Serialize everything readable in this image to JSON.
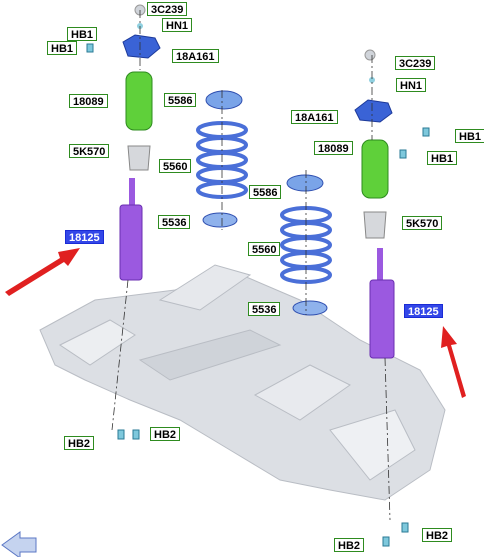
{
  "diagram": {
    "labels": {
      "l_3c239_a": "3C239",
      "l_hn1_a": "HN1",
      "l_hb1_a1": "HB1",
      "l_hb1_a2": "HB1",
      "l_18a161_a": "18A161",
      "l_18089_a": "18089",
      "l_5k570_a": "5K570",
      "l_18125_a": "18125",
      "l_5586_a": "5586",
      "l_5560_a": "5560",
      "l_5536_a": "5536",
      "l_3c239_b": "3C239",
      "l_hn1_b": "HN1",
      "l_18a161_b": "18A161",
      "l_hb1_b1": "HB1",
      "l_18089_b": "18089",
      "l_hb1_b2": "HB1",
      "l_5k570_b": "5K570",
      "l_5586_b": "5586",
      "l_5560_b": "5560",
      "l_18125_b": "18125",
      "l_5536_b": "5536",
      "l_hb2_a1": "HB2",
      "l_hb2_a2": "HB2",
      "l_hb2_b1": "HB2",
      "l_hb2_b2": "HB2"
    },
    "colors": {
      "spring": "#4a6fd8",
      "boot": "#5fd03a",
      "damper": "#9b59e0",
      "mount": "#3a63d6",
      "arrow": "#e02020",
      "subframe": "#d6d9de"
    },
    "icons": [
      "left-arrow-icon",
      "bolt-icon",
      "nut-icon"
    ]
  }
}
